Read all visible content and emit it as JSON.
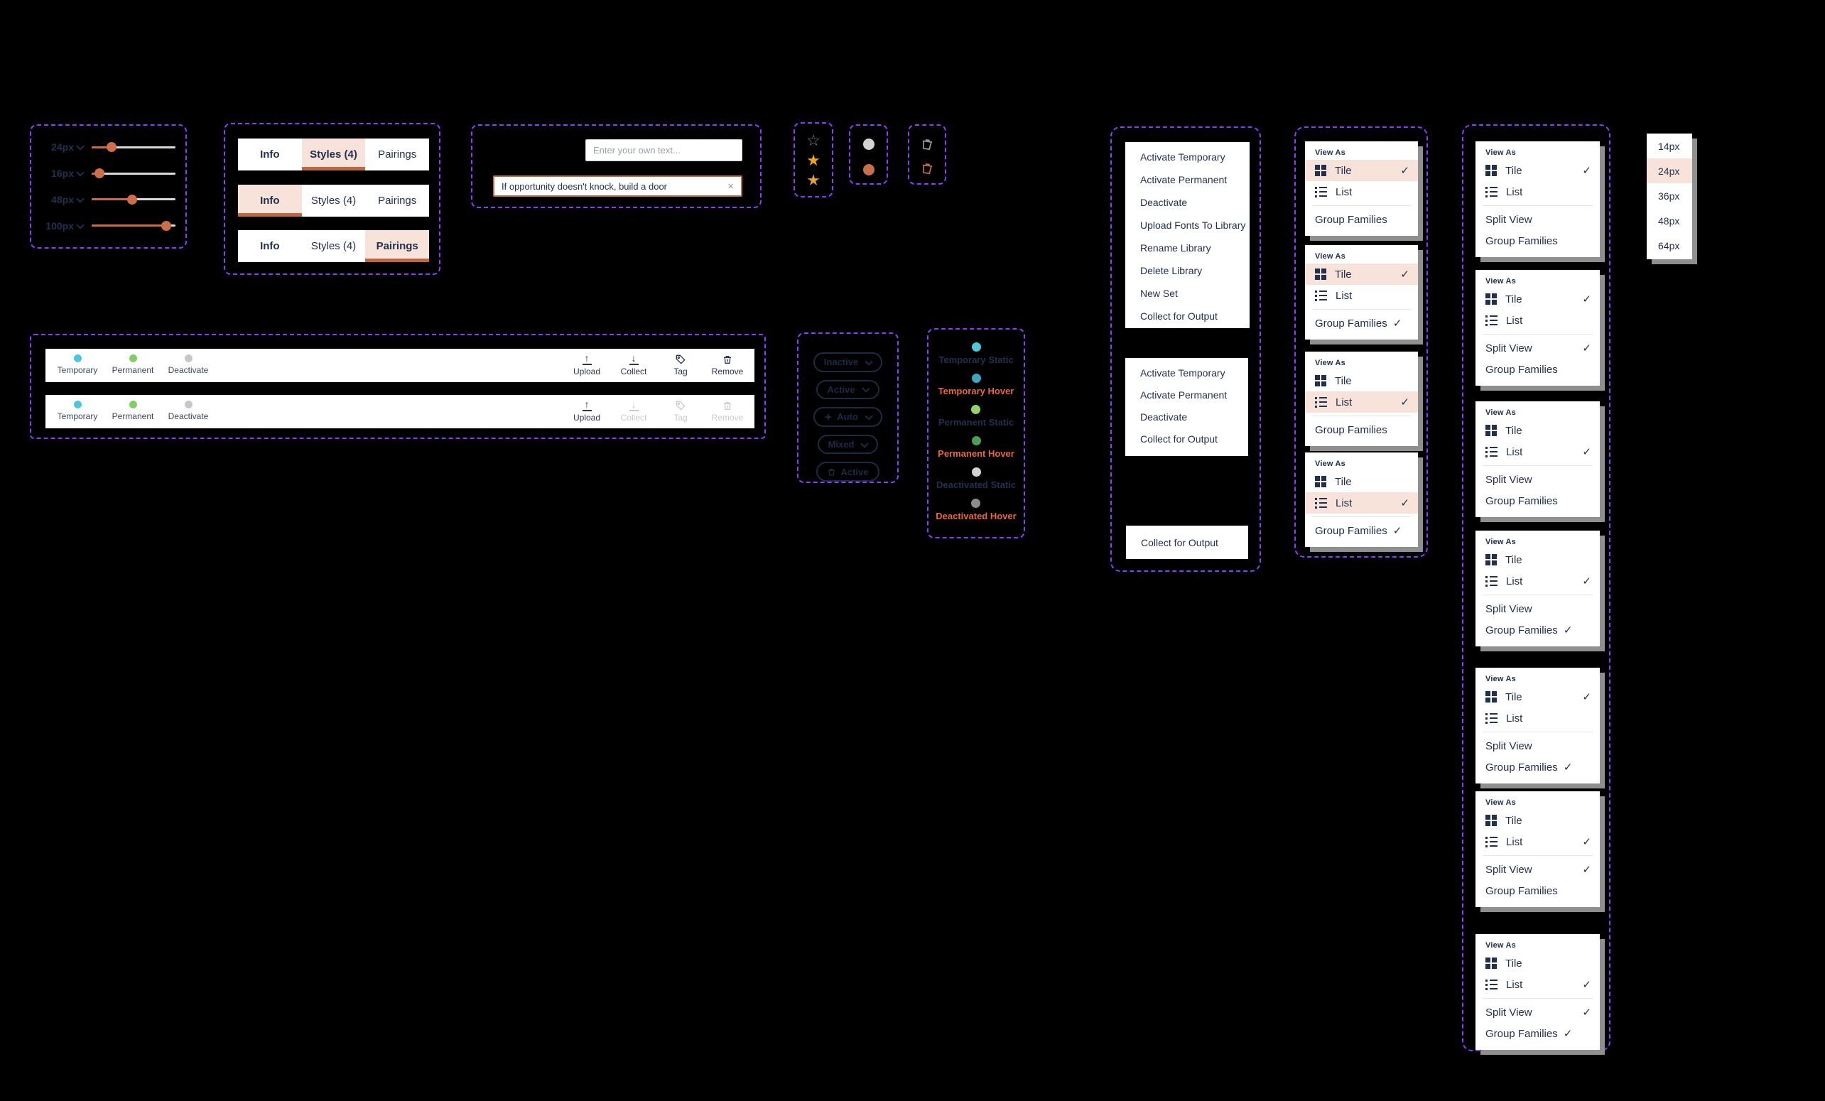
{
  "icons": {
    "check": "✓",
    "upload_arrow": "↑",
    "collect_arrow": "↓",
    "clear": "×",
    "star_filled": "★",
    "star_outline": "☆"
  },
  "colors": {
    "accent_purple": "#8b3dff",
    "accent_orange": "#c2693f",
    "peach_highlight": "#f7e3d9",
    "navy_text": "#22304f",
    "hover_orange": "#e8683c"
  },
  "sliders": {
    "rows": [
      {
        "label": "24px",
        "pos": "24%"
      },
      {
        "label": "16px",
        "pos": "9%"
      },
      {
        "label": "48px",
        "pos": "48%"
      },
      {
        "label": "100px",
        "pos": "89%"
      }
    ]
  },
  "tabs": {
    "info": "Info",
    "styles": "Styles (4)",
    "pairings": "Pairings"
  },
  "inputs": {
    "placeholder": "Enter your own text...",
    "value": "If opportunity doesn't knock, build a door"
  },
  "toolbar": {
    "temporary": "Temporary",
    "permanent": "Permanent",
    "deactivate": "Deactivate",
    "upload": "Upload",
    "collect": "Collect",
    "tag": "Tag",
    "remove": "Remove",
    "dots": {
      "temporary": "#4cc8d9",
      "permanent": "#82ce66",
      "deactivate": "#c7c7c7"
    }
  },
  "pills": {
    "inactive": "Inactive",
    "active": "Active",
    "auto": "Auto",
    "mixed": "Mixed",
    "active2": "Active"
  },
  "statuses": {
    "rows": [
      {
        "label": "Temporary Static",
        "color": "#4cc8d9"
      },
      {
        "label": "Temporary Hover",
        "color": "#3aa9c0"
      },
      {
        "label": "Permanent Static",
        "color": "#8fd371"
      },
      {
        "label": "Permanent Hover",
        "color": "#4f9e55"
      },
      {
        "label": "Deactivated Static",
        "color": "#d2d2d2"
      },
      {
        "label": "Deactivated Hover",
        "color": "#8c8c8c"
      }
    ]
  },
  "context_menus": {
    "menu1": {
      "items": [
        "Activate Temporary",
        "Activate Permanent",
        "Deactivate",
        "Upload Fonts To Library",
        "Rename Library",
        "Delete Library",
        "New Set",
        "Collect for Output"
      ]
    },
    "menu2": {
      "items": [
        "Activate Temporary",
        "Activate Permanent",
        "Deactivate",
        "Collect for Output"
      ]
    },
    "menu3": {
      "items": [
        "Collect for Output"
      ]
    }
  },
  "view_menu": {
    "header": "View As",
    "tile": "Tile",
    "list": "List",
    "split": "Split View",
    "group": "Group Families"
  },
  "font_sizes": {
    "items": [
      "14px",
      "24px",
      "36px",
      "48px",
      "64px"
    ],
    "selected": "24px"
  }
}
